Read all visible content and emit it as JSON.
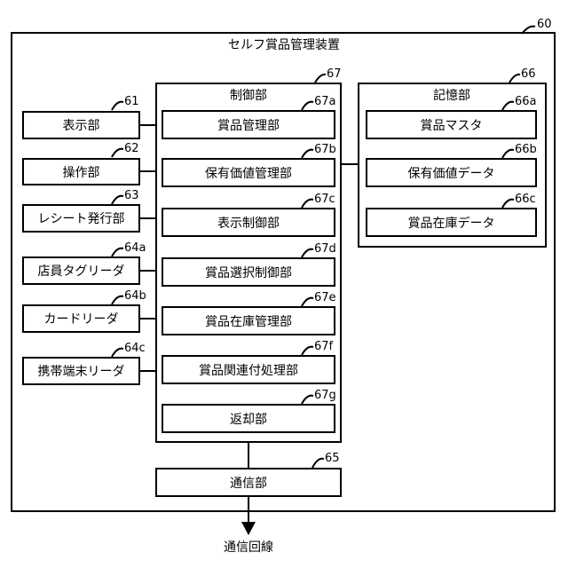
{
  "device": {
    "title": "セルフ賞品管理装置",
    "ref": "60"
  },
  "left_units": [
    {
      "id": "display",
      "label": "表示部",
      "ref": "61"
    },
    {
      "id": "operation",
      "label": "操作部",
      "ref": "62"
    },
    {
      "id": "receipt",
      "label": "レシート発行部",
      "ref": "63"
    },
    {
      "id": "staff-tag",
      "label": "店員タグリーダ",
      "ref": "64a"
    },
    {
      "id": "card",
      "label": "カードリーダ",
      "ref": "64b"
    },
    {
      "id": "mobile",
      "label": "携帯端末リーダ",
      "ref": "64c"
    }
  ],
  "control": {
    "title": "制御部",
    "ref": "67",
    "units": [
      {
        "id": "prize-management",
        "label": "賞品管理部",
        "ref": "67a"
      },
      {
        "id": "value-management",
        "label": "保有価値管理部",
        "ref": "67b"
      },
      {
        "id": "display-control",
        "label": "表示制御部",
        "ref": "67c"
      },
      {
        "id": "prize-selection",
        "label": "賞品選択制御部",
        "ref": "67d"
      },
      {
        "id": "stock-management",
        "label": "賞品在庫管理部",
        "ref": "67e"
      },
      {
        "id": "association",
        "label": "賞品関連付処理部",
        "ref": "67f"
      },
      {
        "id": "return",
        "label": "返却部",
        "ref": "67g"
      }
    ]
  },
  "storage": {
    "title": "記憶部",
    "ref": "66",
    "units": [
      {
        "id": "prize-master",
        "label": "賞品マスタ",
        "ref": "66a"
      },
      {
        "id": "value-data",
        "label": "保有価値データ",
        "ref": "66b"
      },
      {
        "id": "stock-data",
        "label": "賞品在庫データ",
        "ref": "66c"
      }
    ]
  },
  "communication": {
    "label": "通信部",
    "ref": "65"
  },
  "external_line": {
    "label": "通信回線"
  }
}
